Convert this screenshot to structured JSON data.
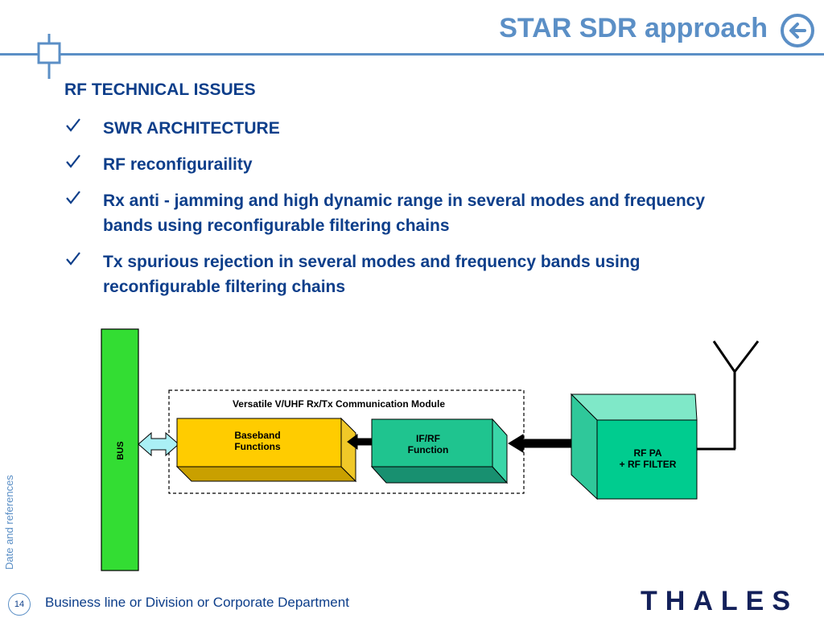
{
  "slide": {
    "title": "STAR SDR approach",
    "section_title": "RF TECHNICAL ISSUES",
    "bullets": [
      "SWR ARCHITECTURE",
      "RF reconfiguraility",
      "Rx anti - jamming and high dynamic range in several modes and frequency bands using reconfigurable filtering chains",
      "Tx spurious rejection in several modes and frequency bands using reconfigurable filtering chains"
    ],
    "side_text": "Date and references",
    "page_number": "14",
    "footer": "Business line or Division or Corporate Department",
    "logo_text": "THALES"
  },
  "diagram": {
    "bus_label": "BUS",
    "module_label": "Versatile V/UHF Rx/Tx Communication Module",
    "baseband_label": [
      "Baseband",
      "Functions"
    ],
    "ifrf_label": [
      "IF/RF",
      "Function"
    ],
    "rfpa_label": [
      "RF PA",
      "+ RF FILTER"
    ]
  },
  "colors": {
    "title_blue": "#5b8fc6",
    "text_navy": "#0d3e8a",
    "bus_green": "#33dd33",
    "baseband_yellow": "#ffcc00",
    "block_teal": "#1fc48f",
    "rfpa_teal": "#00cc8f",
    "arrow_cyan": "#aaf0f5"
  },
  "icons": {
    "back": "back-arrow-icon",
    "check": "check-icon",
    "logo": "thales-logo"
  }
}
